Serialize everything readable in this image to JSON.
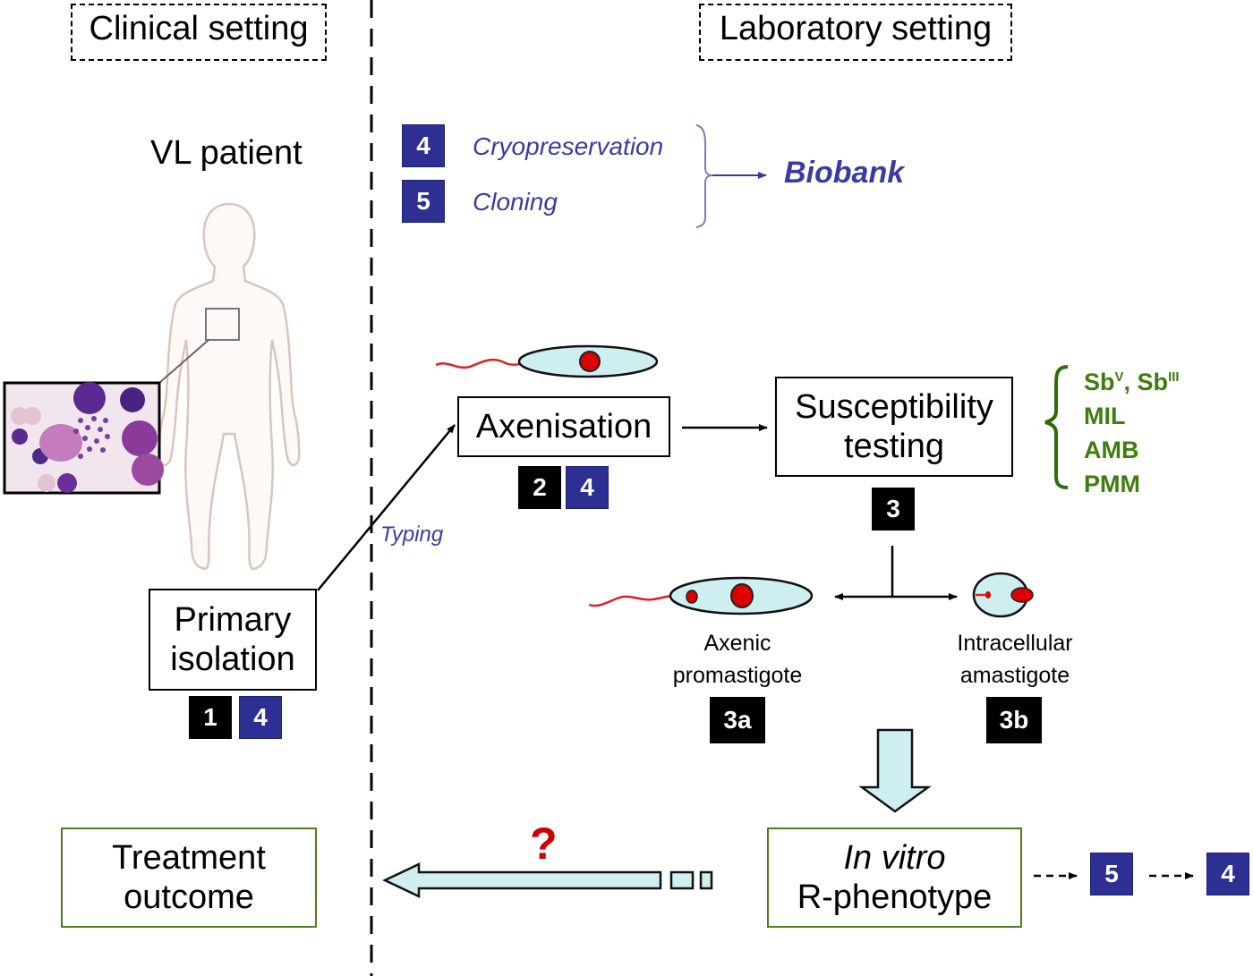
{
  "headers": {
    "clinical": "Clinical setting",
    "laboratory": "Laboratory setting"
  },
  "patient": {
    "title": "VL patient",
    "micrograph_icon": "blood-smear-micrograph"
  },
  "biobank": {
    "items": [
      {
        "badge": "4",
        "label": "Cryopreservation"
      },
      {
        "badge": "5",
        "label": "Cloning"
      }
    ],
    "target": "Biobank"
  },
  "steps": {
    "primary_isolation": {
      "line1": "Primary",
      "line2": "isolation",
      "badges": [
        "1",
        "4"
      ]
    },
    "axenisation": {
      "label": "Axenisation",
      "badges": [
        "2",
        "4"
      ]
    },
    "typing": "Typing",
    "susceptibility": {
      "line1": "Susceptibility",
      "line2": "testing",
      "badge": "3"
    },
    "drugs": [
      "Sb",
      "Sb",
      "MIL",
      "AMB",
      "PMM"
    ],
    "drug_sup": [
      "V",
      "III"
    ],
    "promastigote": {
      "line1": "Axenic",
      "line2": "promastigote",
      "badge": "3a"
    },
    "amastigote": {
      "line1": "Intracellular",
      "line2": "amastigote",
      "badge": "3b"
    },
    "phenotype": {
      "line1": "In vitro",
      "line2": "R-phenotype",
      "next_badges": [
        "5",
        "4"
      ]
    },
    "outcome": {
      "line1": "Treatment",
      "line2": "outcome"
    },
    "question": "?"
  },
  "colors": {
    "badge_black": "#000000",
    "badge_blue": "#2e2f92",
    "italic_blue": "#3a3ba0",
    "green": "#3f7d0e",
    "green_border": "#4e7d1c",
    "cell_fill": "#cfeef0",
    "nucleus_red": "#dd0000",
    "question_red": "#cc0000"
  }
}
